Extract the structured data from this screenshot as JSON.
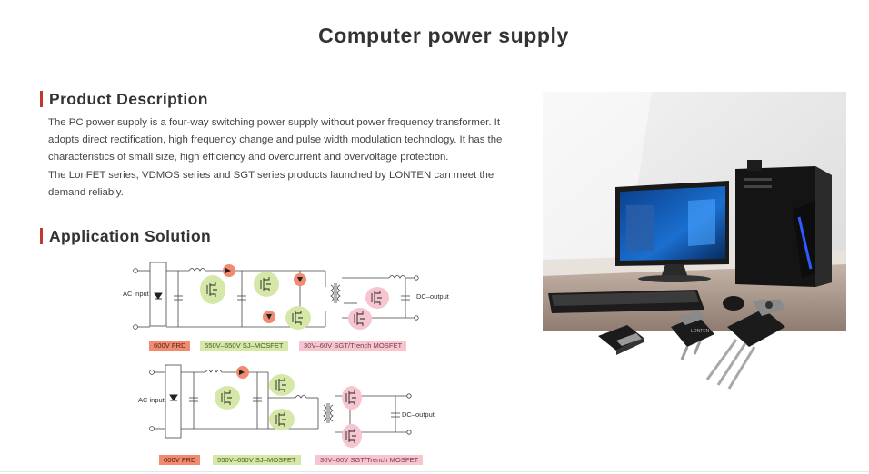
{
  "header": {
    "title": "Computer power supply"
  },
  "product_description": {
    "heading": "Product Description",
    "paragraph1": "The PC power supply is a four-way switching power supply without power frequency transformer. It adopts direct rectification, high frequency change and pulse width modulation technology. It has the characteristics of small size, high efficiency and overcurrent and overvoltage protection.",
    "paragraph2": "The LonFET series, VDMOS series and SGT series products launched by LONTEN can meet the demand reliably."
  },
  "application_solution": {
    "heading": "Application Solution",
    "diagram1": {
      "input_label": "AC input",
      "output_label": "DC–output",
      "legend": [
        "600V  FRD",
        "550V–650V  SJ–MOSFET",
        "30V–60V  SGT/Trench MOSFET"
      ]
    },
    "diagram2": {
      "input_label": "AC input",
      "output_label": "DC–output",
      "legend": [
        "600V  FRD",
        "550V–650V  SJ–MOSFET",
        "30V–60V  SGT/Trench MOSFET"
      ]
    }
  },
  "photo": {
    "chip_brand": "LONTEN"
  },
  "colors": {
    "accent": "#c0392b",
    "frd": "#f08a70",
    "sj_mosfet": "#d6e8a8",
    "sgt_mosfet": "#f6c5cf"
  }
}
